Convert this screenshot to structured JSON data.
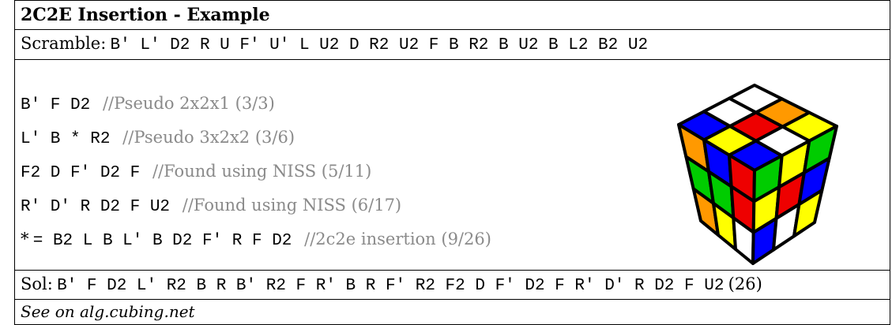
{
  "title": "2C2E Insertion - Example",
  "scramble": {
    "label": "Scramble:",
    "moves": "B' L' D2 R U F' U' L U2 D R2 U2 F B R2 B U2 B L2 B2 U2"
  },
  "solution_lines": [
    {
      "moves": "B' F D2",
      "comment": "//Pseudo 2x2x1 (3/3)"
    },
    {
      "moves": "L' B * R2",
      "comment": "//Pseudo 3x2x2 (3/6)"
    },
    {
      "moves": "F2 D F' D2 F",
      "comment": "//Found using NISS (5/11)"
    },
    {
      "moves": "R' D' R D2 F U2",
      "comment": "//Found using NISS (6/17)"
    },
    {
      "prefix": "*",
      "moves": "= B2 L B L' B D2 F' R F D2",
      "comment": "//2c2e insertion (9/26)"
    }
  ],
  "solution": {
    "label": "Sol:",
    "moves": "B' F D2 L' R2 B R B' R2 F R' B R F' R2 F2 D F' D2 F R' D' R D2 F U2",
    "count": "(26)"
  },
  "footer_link": "See on alg.cubing.net",
  "cube_colors": {
    "white": "#ffffff",
    "yellow": "#ffff00",
    "orange": "#ff9900",
    "red": "#ee0000",
    "blue": "#0000ff",
    "green": "#00cc00"
  },
  "cube_faces": {
    "top": [
      "white",
      "orange",
      "yellow",
      "white",
      "red",
      "white",
      "blue",
      "yellow",
      "blue"
    ],
    "left": [
      "orange",
      "blue",
      "red",
      "green",
      "green",
      "red",
      "orange",
      "yellow",
      "white"
    ],
    "right": [
      "green",
      "yellow",
      "green",
      "yellow",
      "red",
      "blue",
      "blue",
      "white",
      "yellow"
    ]
  }
}
